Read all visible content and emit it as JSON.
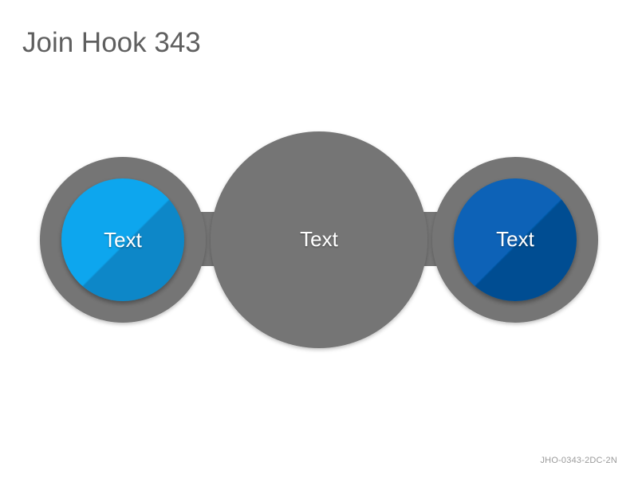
{
  "title": "Join Hook 343",
  "code": "JHO-0343-2DC-2N",
  "colors": {
    "connector_gray": "#757575",
    "left_blue_light": "#08a6ee",
    "left_blue_dark": "#0887c8",
    "right_blue_light": "#0762b7",
    "right_blue_dark": "#034d92",
    "text_white": "#ffffff"
  },
  "diagram": {
    "nodes": [
      {
        "id": "left",
        "label": "Text"
      },
      {
        "id": "center",
        "label": "Text"
      },
      {
        "id": "right",
        "label": "Text"
      }
    ]
  }
}
